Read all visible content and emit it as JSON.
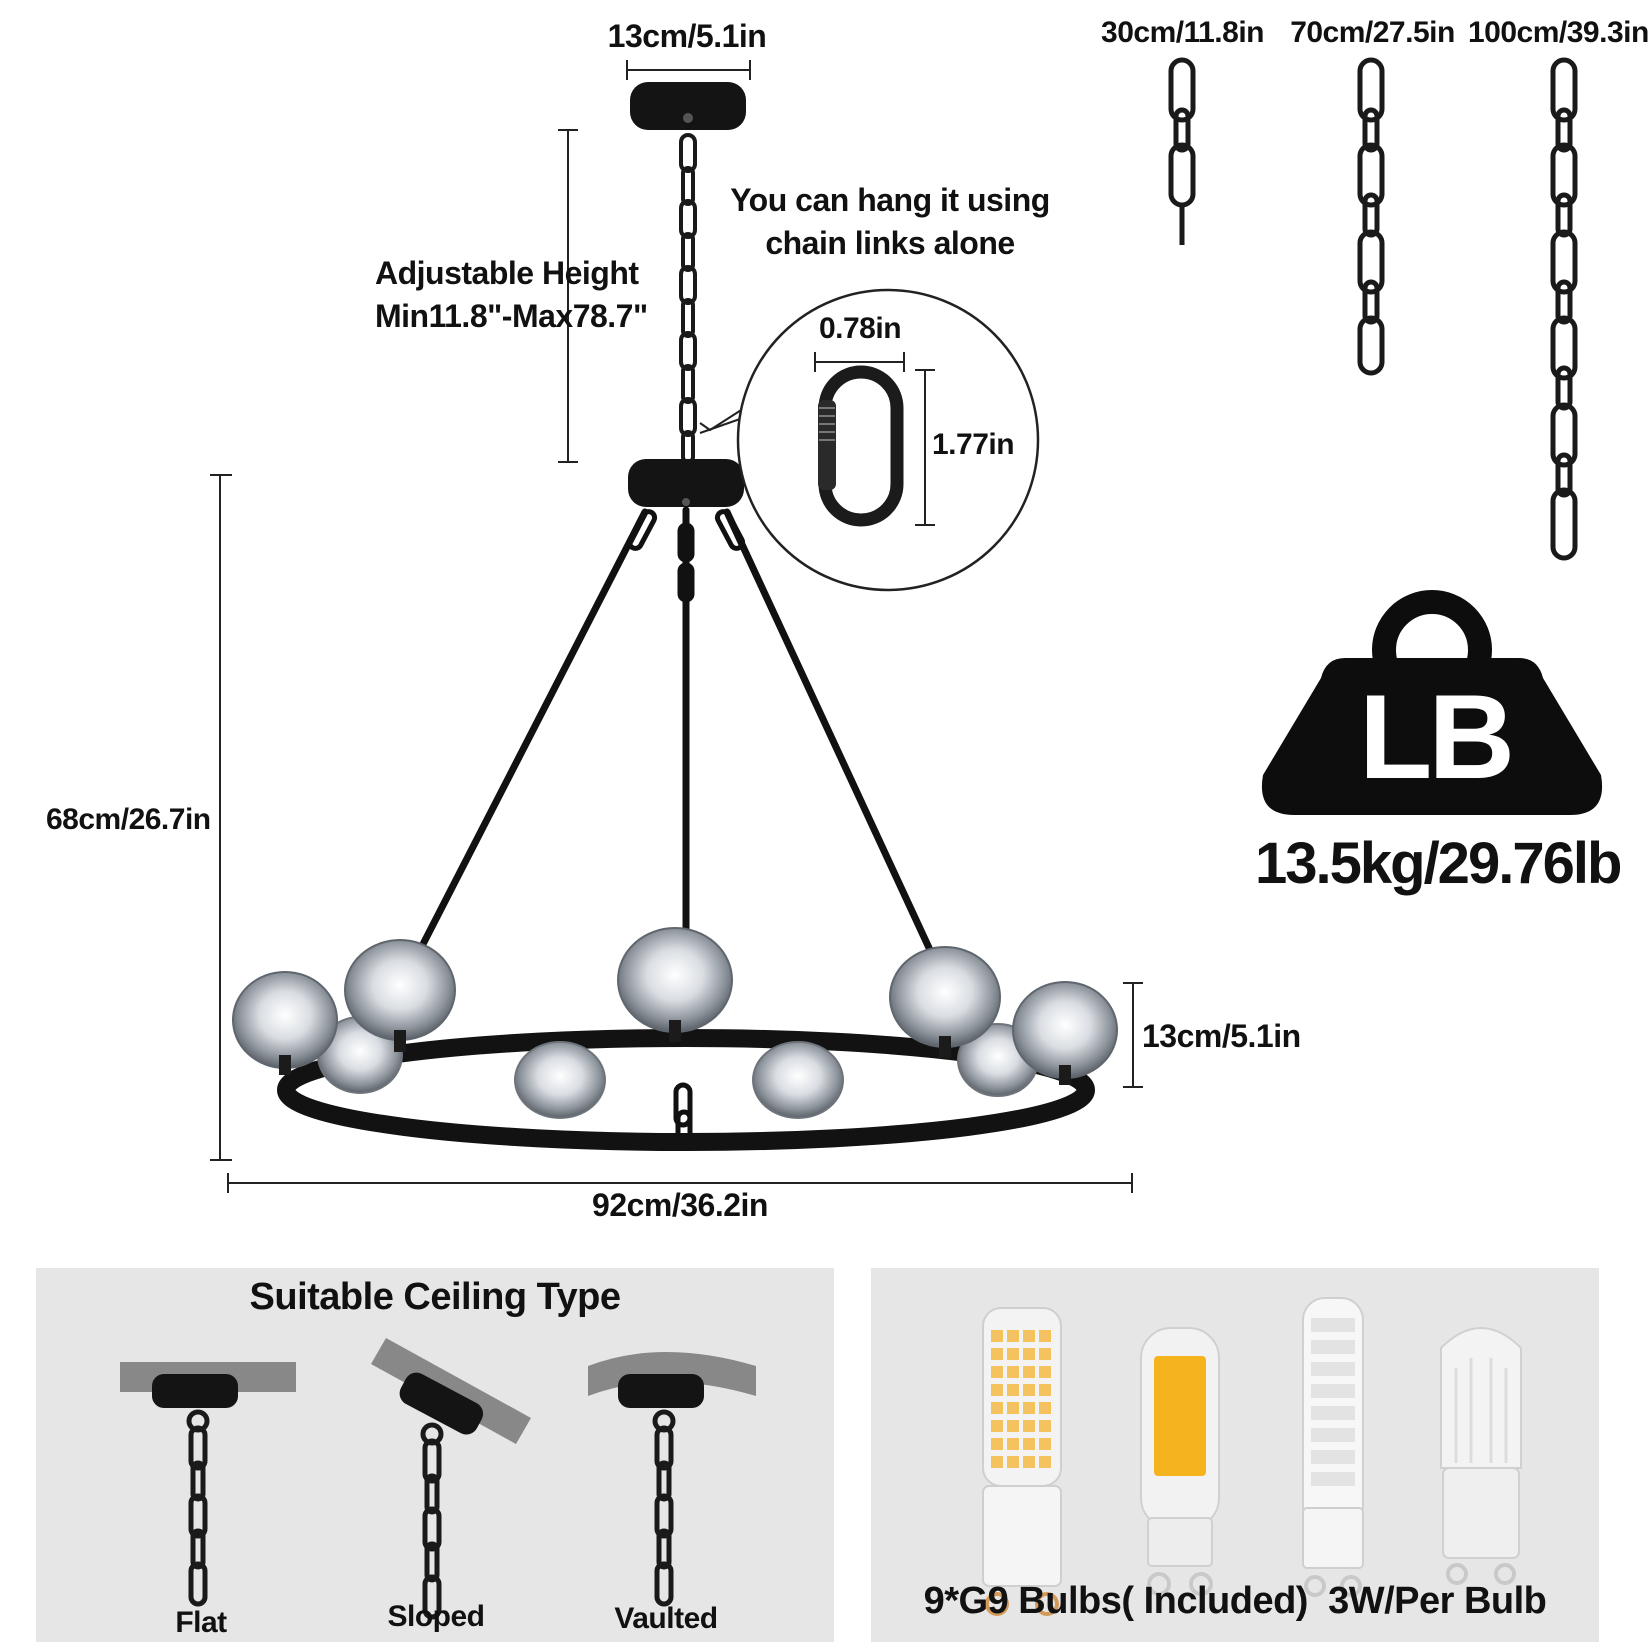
{
  "dimensions": {
    "canopy_width": "13cm/5.1in",
    "adjustable_height_title": "Adjustable Height",
    "adjustable_height_range": "Min11.8\"-Max78.7\"",
    "total_height": "68cm/26.7in",
    "total_width": "92cm/36.2in",
    "shade_height": "13cm/5.1in"
  },
  "carabiner": {
    "note_line1": "You can hang it using",
    "note_line2": "chain links alone",
    "width": "0.78in",
    "height": "1.77in"
  },
  "chains": [
    {
      "label": "30cm/11.8in"
    },
    {
      "label": "70cm/27.5in"
    },
    {
      "label": "100cm/39.3in"
    }
  ],
  "weight": {
    "icon_text": "LB",
    "value": "13.5kg/29.76lb"
  },
  "ceiling_panel": {
    "title": "Suitable Ceiling Type",
    "types": [
      {
        "label": "Flat"
      },
      {
        "label": "Sloped"
      },
      {
        "label": "Vaulted"
      }
    ]
  },
  "bulb_panel": {
    "caption": "9*G9 Bulbs( Included)  3W/Per Bulb"
  }
}
